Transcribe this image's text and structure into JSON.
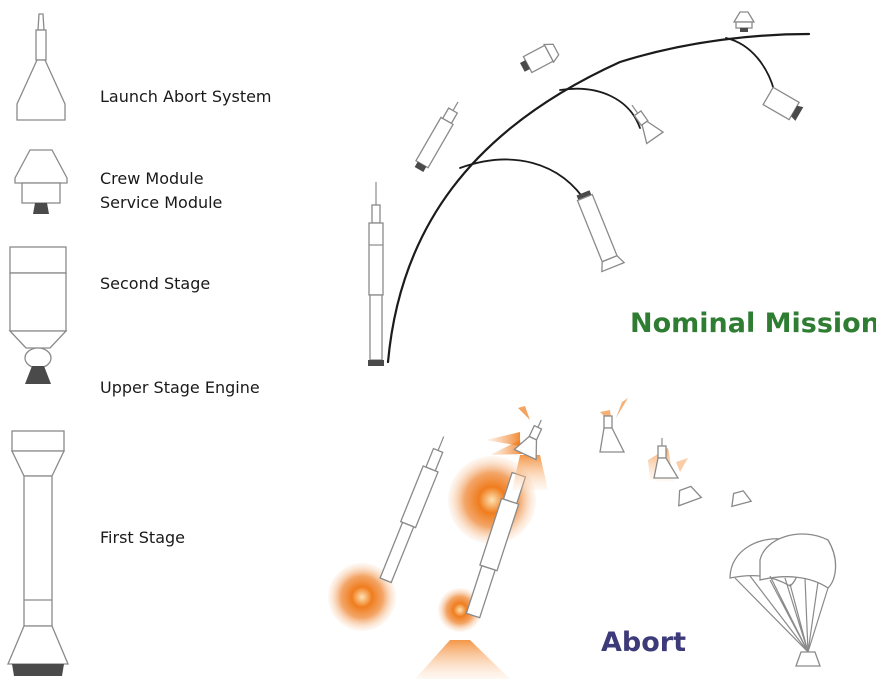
{
  "stack_labels": {
    "launch_abort_system": "Launch Abort System",
    "crew_module": "Crew Module",
    "service_module": "Service Module",
    "second_stage": "Second Stage",
    "upper_stage_engine": "Upper Stage Engine",
    "first_stage": "First Stage"
  },
  "titles": {
    "nominal_mission": "Nominal Mission",
    "abort": "Abort"
  },
  "colors": {
    "nominal_title": "#2e7d32",
    "abort_title": "#3d3a7a",
    "fire_core": "#f07d1e",
    "fire_glow": "#f6b57a",
    "outline": "#8a8a8a",
    "trajectory": "#1b1b1b"
  }
}
